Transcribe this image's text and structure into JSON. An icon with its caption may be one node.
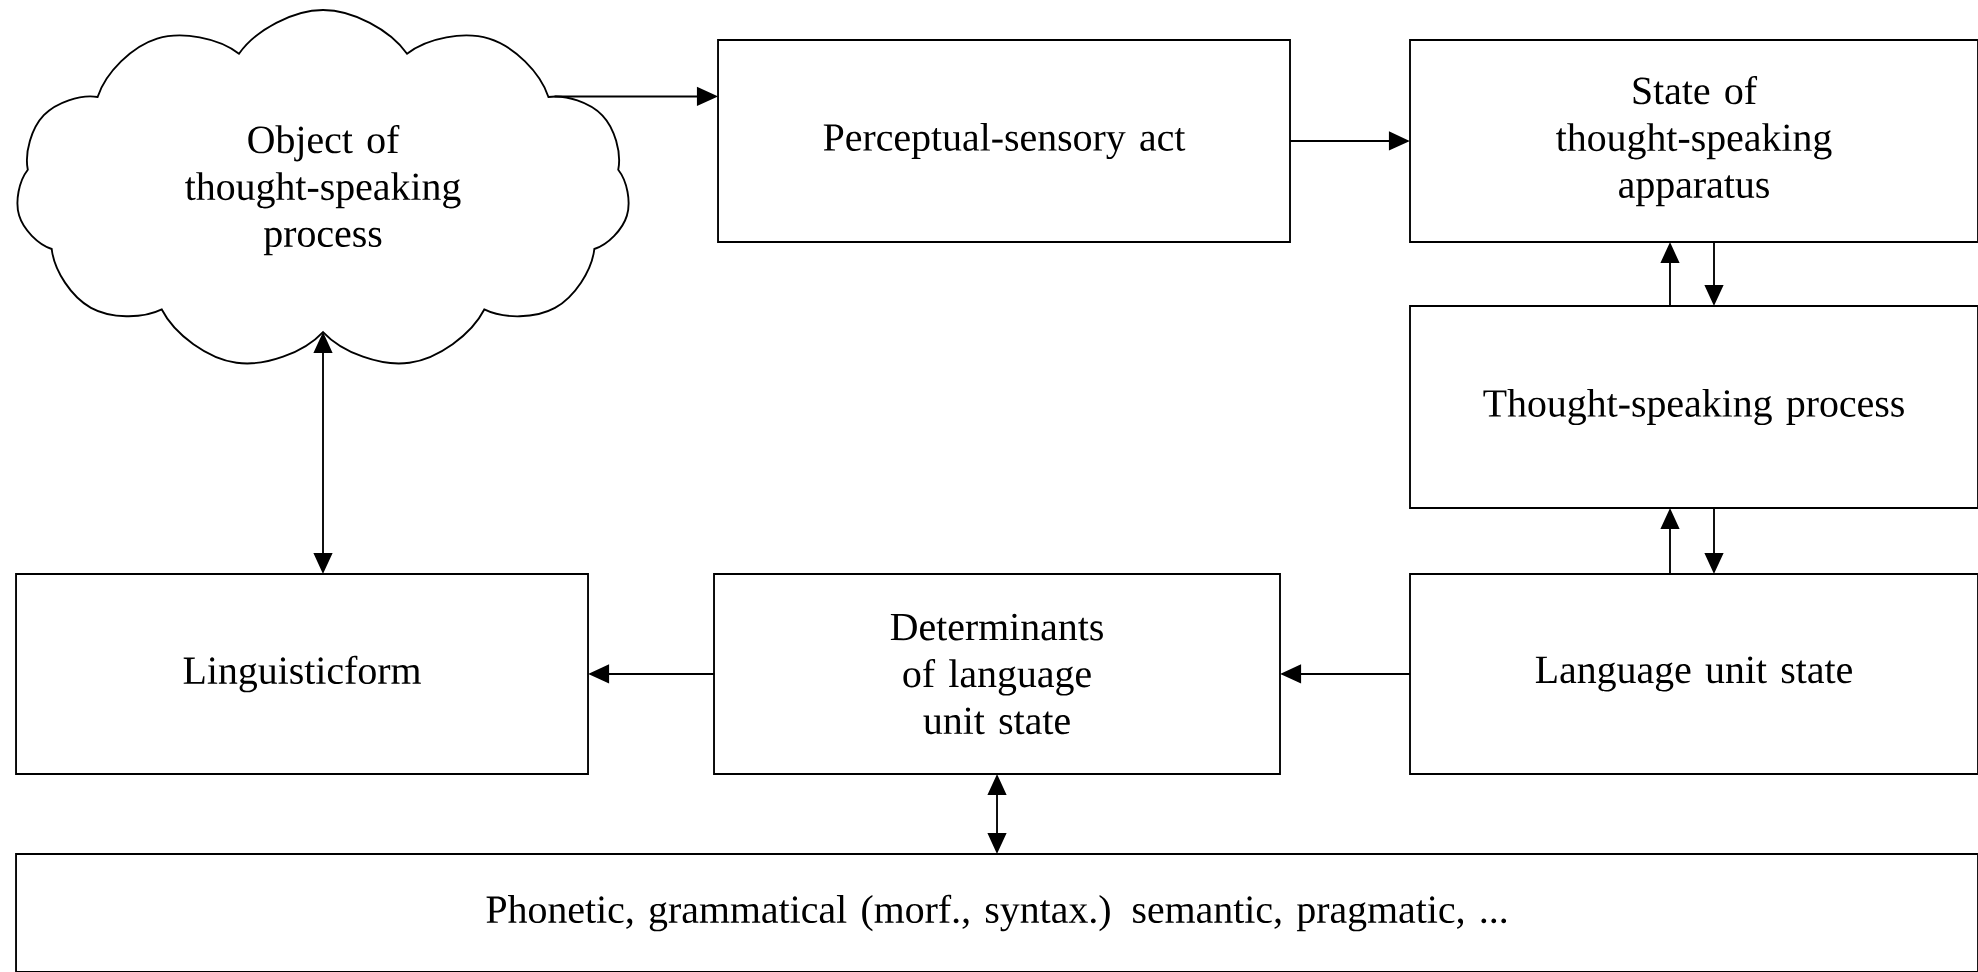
{
  "diagram": {
    "nodes": [
      {
        "text": [
          "Object of thought-speaking process"
        ]
      },
      {
        "text": [
          "Perceptual-sensory act"
        ]
      },
      {
        "text": [
          "State of thought-speaking apparatus"
        ]
      },
      {
        "text": [
          "Thought-speaking process"
        ]
      },
      {
        "text": [
          "Linguisticform"
        ]
      },
      {
        "text": [
          "Determinants of  language unit state"
        ]
      },
      {
        "text": [
          "Language unit state"
        ]
      },
      {
        "text": [
          "Phonetic, grammatical (morf., syntax.) semantic, pragmatic, ..."
        ]
      }
    ],
    "edges": [
      {
        "from": 0,
        "to": 1,
        "arrow": "to"
      },
      {
        "from": 1,
        "to": 2,
        "arrow": "to"
      },
      {
        "from": 3,
        "to": 2,
        "arrow": "to"
      },
      {
        "from": 2,
        "to": 3,
        "arrow": "to"
      },
      {
        "from": 6,
        "to": 3,
        "arrow": "to"
      },
      {
        "from": 3,
        "to": 6,
        "arrow": "to"
      },
      {
        "from": 0,
        "to": 4,
        "arrow": "both"
      },
      {
        "from": 6,
        "to": 5,
        "arrow": "to"
      },
      {
        "from": 5,
        "to": 4,
        "arrow": "to"
      },
      {
        "from": 5,
        "to": 7,
        "arrow": "both"
      }
    ]
  }
}
